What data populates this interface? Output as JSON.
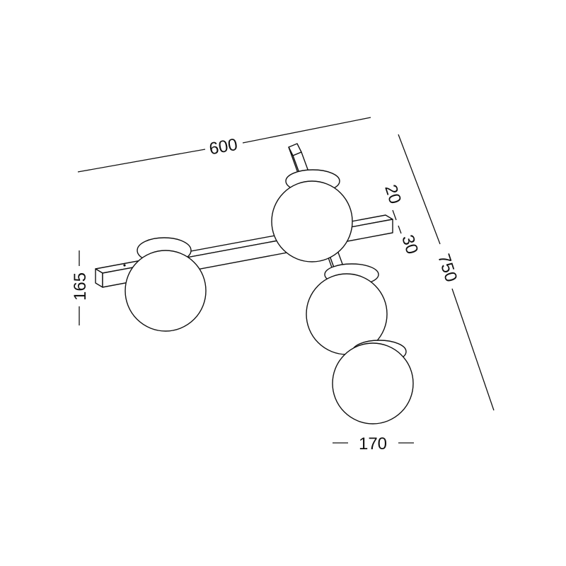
{
  "drawing": {
    "type": "technical-dimension-drawing",
    "line_color": "#111111",
    "background": "#ffffff"
  },
  "dimensions": {
    "overall_width": "600",
    "overall_length": "750",
    "height": "165",
    "globe_diameter": "170",
    "bar_width": "20",
    "bar_height": "30"
  }
}
